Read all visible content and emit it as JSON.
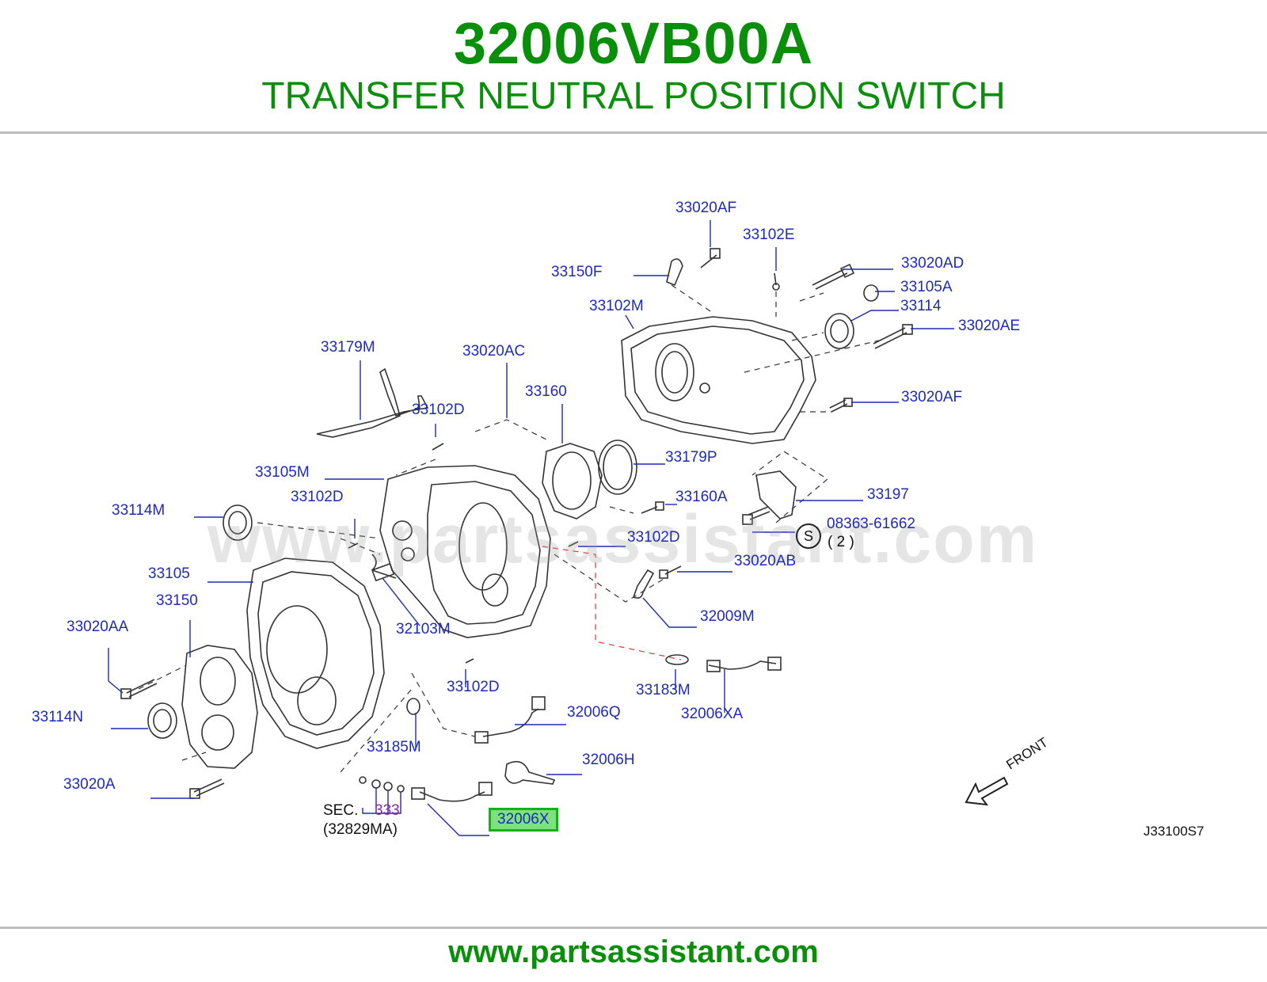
{
  "header": {
    "part_number": "32006VB00A",
    "part_title": "TRANSFER NEUTRAL POSITION SWITCH"
  },
  "diagram": {
    "callouts": {
      "c_33020AF_top": "33020AF",
      "c_33102E": "33102E",
      "c_33150F": "33150F",
      "c_33020AD": "33020AD",
      "c_33105A": "33105A",
      "c_33102M": "33102M",
      "c_33114": "33114",
      "c_33020AE": "33020AE",
      "c_33179M": "33179M",
      "c_33020AC": "33020AC",
      "c_33160": "33160",
      "c_33102D_a": "33102D",
      "c_33020AF_b": "33020AF",
      "c_33179P": "33179P",
      "c_33105M": "33105M",
      "c_33197": "33197",
      "c_33114M": "33114M",
      "c_33102D_b": "33102D",
      "c_33160A": "33160A",
      "c_08363": "08363-61662",
      "c_qty": "( 2 )",
      "c_s": "S",
      "c_33102D_c": "33102D",
      "c_33105": "33105",
      "c_33020AB": "33020AB",
      "c_33150": "33150",
      "c_32009M": "32009M",
      "c_33020AA": "33020AA",
      "c_32103M": "32103M",
      "c_33102D_d": "33102D",
      "c_33183M": "33183M",
      "c_33114N": "33114N",
      "c_32006Q": "32006Q",
      "c_32006XA": "32006XA",
      "c_33185M": "33185M",
      "c_32006H": "32006H",
      "c_33020A": "33020A",
      "c_sec": "SEC.",
      "c_333": "333",
      "c_32829MA": "(32829MA)",
      "c_32006X": "32006X",
      "c_front": "FRONT",
      "c_ref": "J33100S7"
    },
    "watermark": "www.partsassistant.com",
    "highlight_color": "#7fe07f",
    "callout_color": "#1f2bb5"
  },
  "footer": {
    "url": "www.partsassistant.com"
  }
}
